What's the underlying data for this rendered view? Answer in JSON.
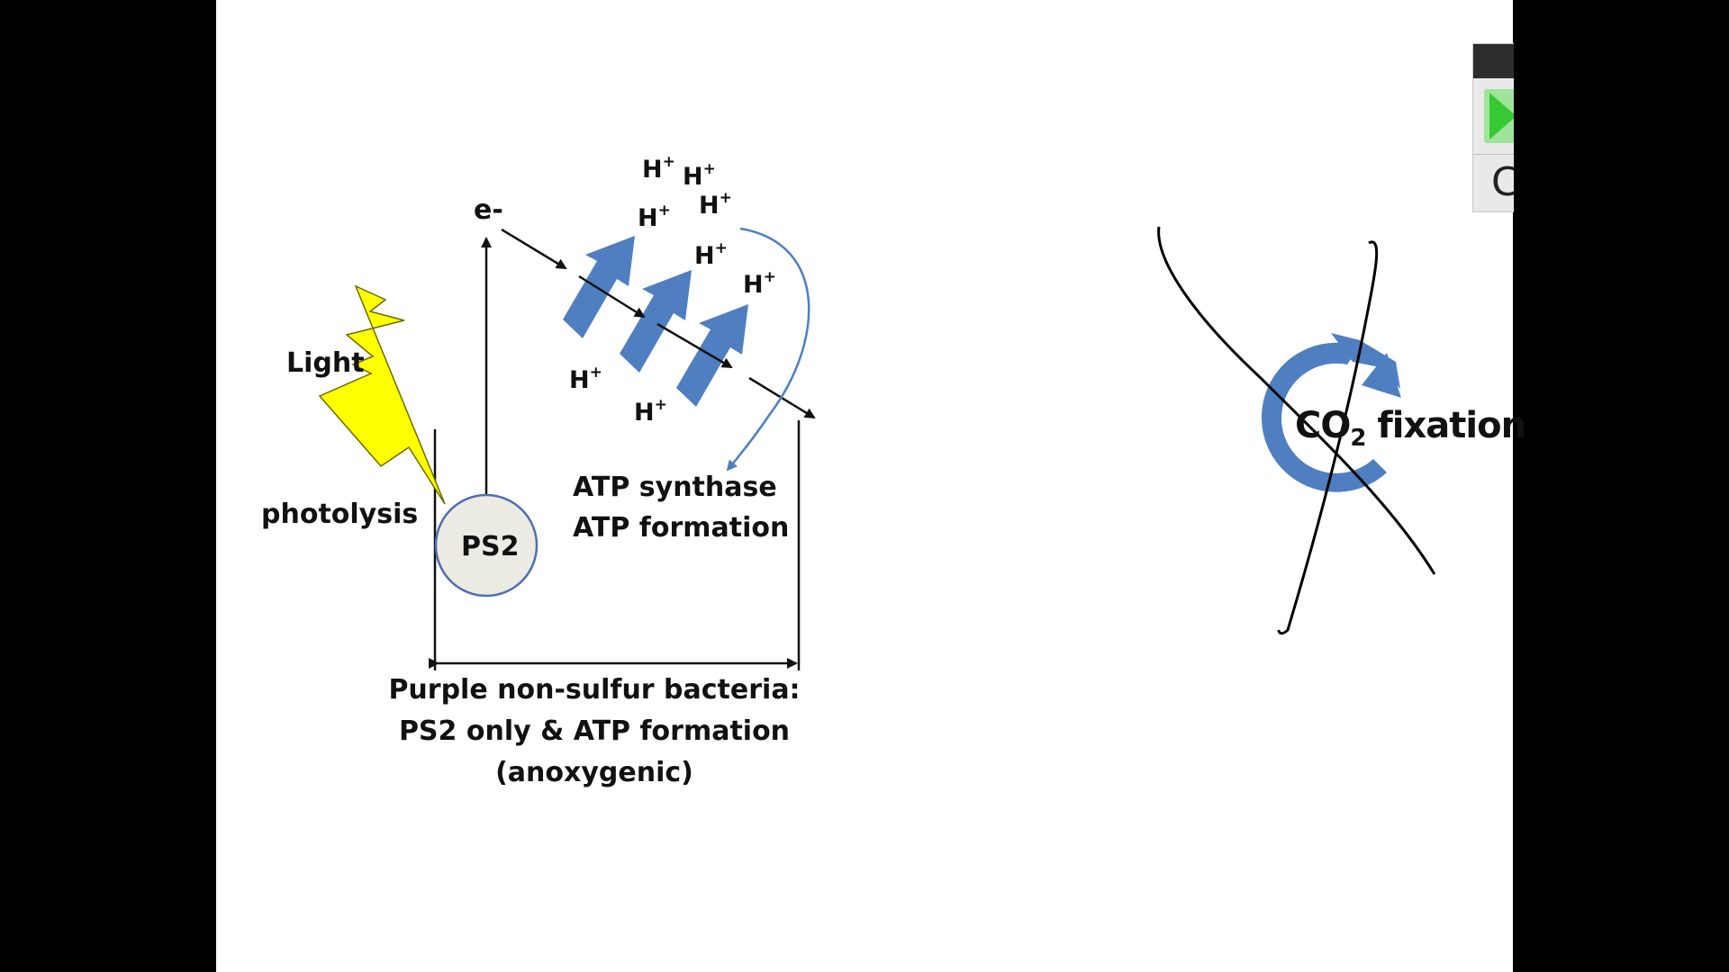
{
  "diagram": {
    "label_light": "Light",
    "label_photolysis": "photolysis",
    "label_electron": "e-",
    "label_ps2": "PS2",
    "label_atp_synthase": "ATP synthase",
    "label_atp_formation": "ATP formation",
    "proton_base": "H",
    "proton_charge": "+",
    "caption_line1": "Purple non-sulfur bacteria:",
    "caption_line2": "PS2 only & ATP formation",
    "caption_line3": "(anoxygenic)",
    "co2_prefix": "CO",
    "co2_subscript": "2",
    "co2_suffix": " fixation"
  },
  "colors": {
    "background": "#000000",
    "slide": "#ffffff",
    "arrow_blue": "#4f7fc0",
    "bolt_yellow": "#ffff00",
    "ps2_fill": "#ecebe3",
    "ps2_stroke": "#4f6fae",
    "player_green": "#37c934"
  },
  "icons": {
    "light": "lightning-bolt-icon",
    "play": "play-icon",
    "cycle": "circular-arrow-icon"
  }
}
